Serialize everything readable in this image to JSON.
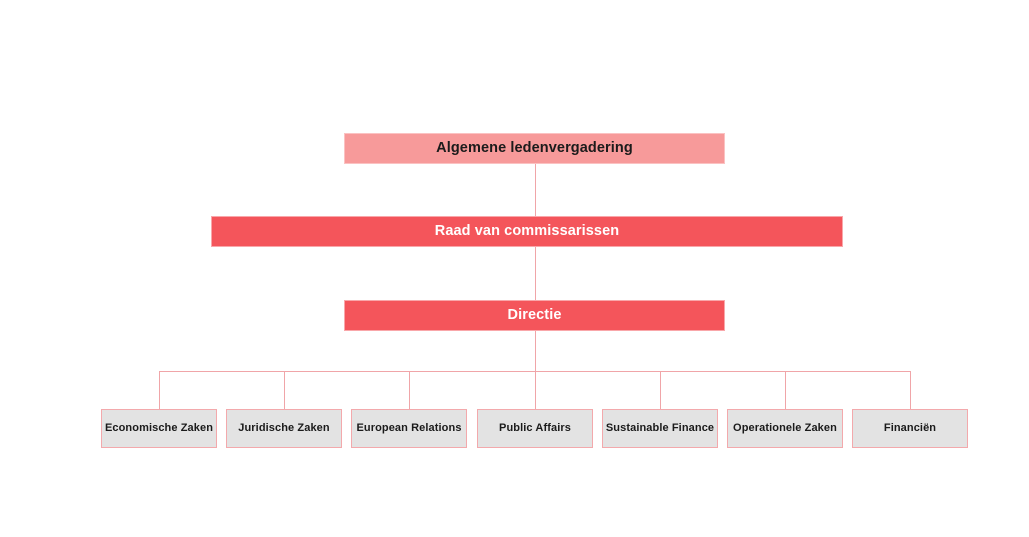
{
  "chart_data": {
    "type": "diagram",
    "diagram_type": "organizational-chart",
    "title": "",
    "orientation": "top-down",
    "levels": [
      {
        "level": 1,
        "nodes": [
          {
            "label": "Algemene ledenvergadering",
            "fill": "#F79A9A",
            "text_color": "#1b1b1b"
          }
        ]
      },
      {
        "level": 2,
        "nodes": [
          {
            "label": "Raad van commissarissen",
            "fill": "#F4555B",
            "text_color": "#ffffff"
          }
        ]
      },
      {
        "level": 3,
        "nodes": [
          {
            "label": "Directie",
            "fill": "#F4555B",
            "text_color": "#ffffff"
          }
        ]
      },
      {
        "level": 4,
        "nodes": [
          {
            "label": "Economische Zaken",
            "fill": "#E3E3E3",
            "text_color": "#1b1b1b"
          },
          {
            "label": "Juridische Zaken",
            "fill": "#E3E3E3",
            "text_color": "#1b1b1b"
          },
          {
            "label": "European Relations",
            "fill": "#E3E3E3",
            "text_color": "#1b1b1b"
          },
          {
            "label": "Public Affairs",
            "fill": "#E3E3E3",
            "text_color": "#1b1b1b"
          },
          {
            "label": "Sustainable Finance",
            "fill": "#E3E3E3",
            "text_color": "#1b1b1b"
          },
          {
            "label": "Operationele Zaken",
            "fill": "#E3E3E3",
            "text_color": "#1b1b1b"
          },
          {
            "label": "Financiën",
            "fill": "#E3E3E3",
            "text_color": "#1b1b1b"
          }
        ]
      }
    ],
    "edges": [
      {
        "from": "Algemene ledenvergadering",
        "to": "Raad van commissarissen"
      },
      {
        "from": "Raad van commissarissen",
        "to": "Directie"
      },
      {
        "from": "Directie",
        "to": "Economische Zaken"
      },
      {
        "from": "Directie",
        "to": "Juridische Zaken"
      },
      {
        "from": "Directie",
        "to": "European Relations"
      },
      {
        "from": "Directie",
        "to": "Public Affairs"
      },
      {
        "from": "Directie",
        "to": "Sustainable Finance"
      },
      {
        "from": "Directie",
        "to": "Operationele Zaken"
      },
      {
        "from": "Directie",
        "to": "Financiën"
      }
    ],
    "colors": {
      "background": "#ffffff",
      "light_pink_fill": "#F79A9A",
      "red_fill": "#F4555B",
      "gray_fill": "#E3E3E3",
      "connector_line": "#F0A5A8",
      "pink_border": "#F3A9AC"
    }
  },
  "chart": {
    "level1": {
      "algemene_ledenvergadering": "Algemene ledenvergadering"
    },
    "level2": {
      "raad_van_commissarissen": "Raad van commissarissen"
    },
    "level3": {
      "directie": "Directie"
    },
    "level4": [
      "Economische Zaken",
      "Juridische Zaken",
      "European Relations",
      "Public Affairs",
      "Sustainable Finance",
      "Operationele Zaken",
      "Financiën"
    ]
  }
}
